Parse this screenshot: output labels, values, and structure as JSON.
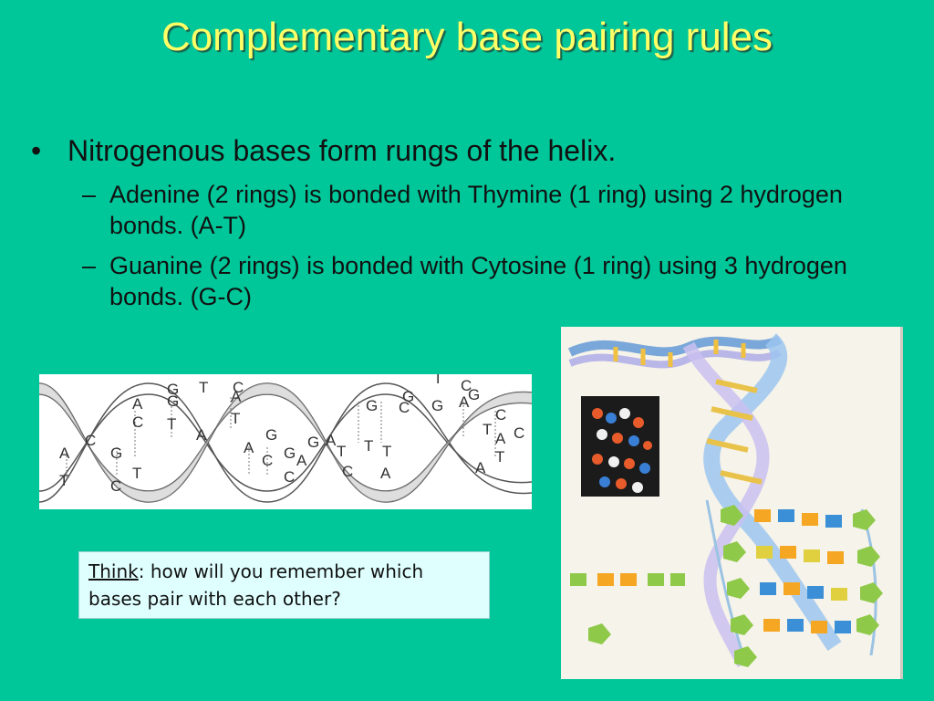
{
  "slide": {
    "title": "Complementary base pairing rules",
    "bullet_main": "Nitrogenous bases form rungs of the helix.",
    "sub_bullets": [
      "Adenine (2 rings) is bonded with Thymine (1 ring) using 2 hydrogen bonds. (A-T)",
      "Guanine (2 rings) is bonded with Cytosine (1 ring) using 3 hydrogen bonds. (G-C)"
    ],
    "bullet_glyph": "•",
    "dash_glyph": "–"
  },
  "think": {
    "label": "Think",
    "text": ": how will you remember which bases pair with each other?"
  },
  "helix_letters": [
    "A",
    "T",
    "C",
    "G",
    "C",
    "T",
    "A",
    "C",
    "G",
    "T",
    "G",
    "A",
    "T",
    "A",
    "T",
    "C",
    "A",
    "G",
    "C",
    "G",
    "C",
    "A",
    "G",
    "A",
    "T",
    "C",
    "T",
    "G",
    "T",
    "A",
    "C",
    "G",
    "G",
    "T",
    "A",
    "C",
    "G",
    "C",
    "A",
    "T",
    "T",
    "A",
    "C"
  ],
  "colors": {
    "background": "#00c79a",
    "title": "#ffff66",
    "think_box": "#dfffff"
  }
}
